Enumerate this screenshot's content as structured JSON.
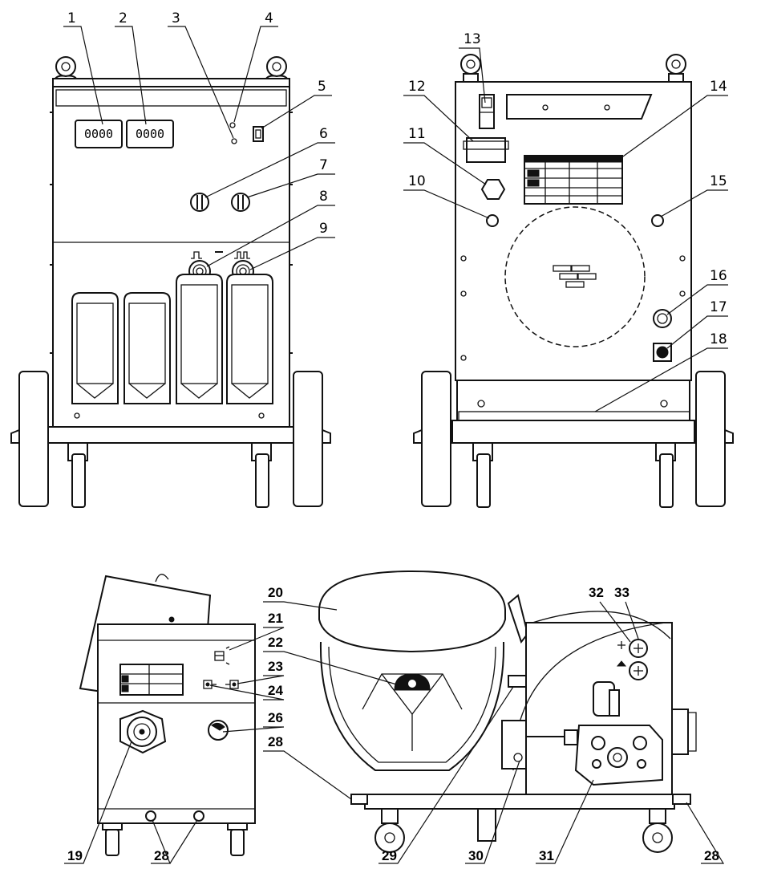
{
  "diagram": {
    "callouts_top_front": [
      "1",
      "2",
      "3",
      "4",
      "5",
      "6",
      "7",
      "8",
      "9"
    ],
    "callouts_top_rear": [
      "10",
      "11",
      "12",
      "13",
      "14",
      "15",
      "16",
      "17",
      "18"
    ],
    "callouts_bottom_side": [
      "19",
      "21",
      "22",
      "23",
      "24",
      "26",
      "28",
      "28"
    ],
    "callouts_bottom_feeder": [
      "20",
      "29",
      "30",
      "31",
      "32",
      "33",
      "28"
    ],
    "display_1": "0000",
    "display_2": "0000"
  }
}
